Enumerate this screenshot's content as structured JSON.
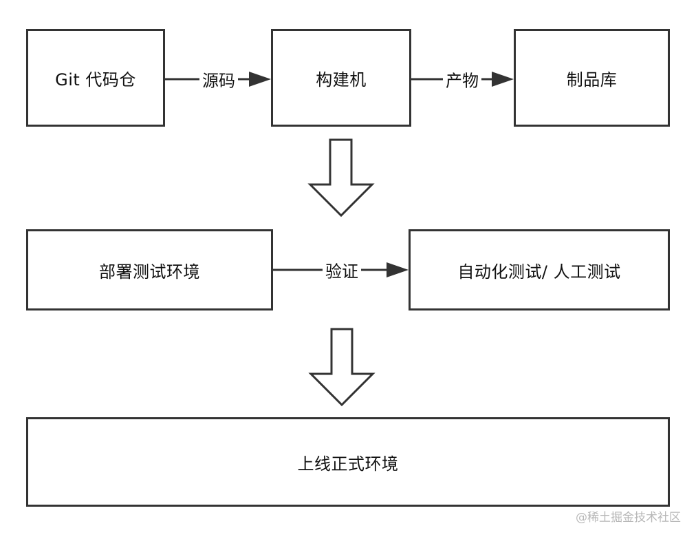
{
  "nodes": {
    "git_repo": "Git 代码仓",
    "build_machine": "构建机",
    "artifact_repo": "制品库",
    "deploy_test_env": "部署测试环境",
    "testing": "自动化测试/ 人工测试",
    "production": "上线正式环境"
  },
  "edges": {
    "source_code": "源码",
    "artifact": "产物",
    "verify": "验证"
  },
  "watermark": "@稀土掘金技术社区",
  "colors": {
    "stroke": "#333333",
    "text": "#111111",
    "watermark": "#b8b8b8"
  }
}
